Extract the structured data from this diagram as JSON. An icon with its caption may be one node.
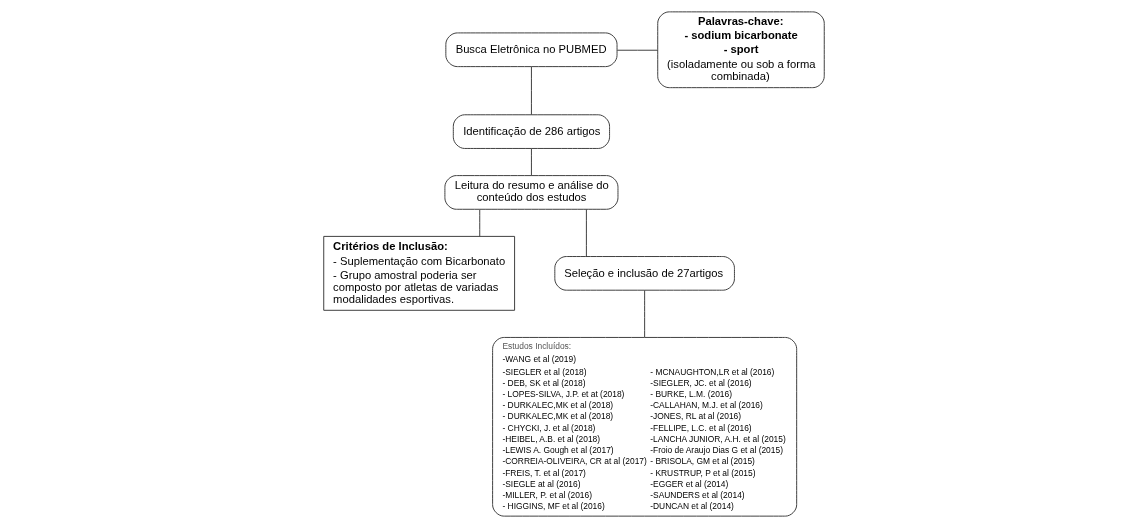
{
  "diagram": {
    "nodes": [
      {
        "text": [
          "Busca Eletrônica no PUBMED"
        ]
      },
      {
        "text": [
          "Palavras-chave:",
          "- sodium bicarbonate",
          "- sport",
          "(isoladamente ou sob a forma combinada)"
        ]
      },
      {
        "text": [
          "Identificação de 286 artigos"
        ]
      },
      {
        "text": [
          "Leitura do resumo e análise do conteúdo dos estudos"
        ]
      },
      {
        "text": [
          "Critérios de Inclusão:",
          "- Suplementação com Bicarbonato",
          "- Grupo amostral poderia ser composto por atletas de variadas modalidades esportivas."
        ]
      },
      {
        "text": [
          "Seleção e inclusão de 27artigos"
        ]
      },
      {
        "text": [
          "Estudos Incluídos:",
          "-WANG et al (2019)",
          "-SIEGLER et al (2018)",
          "- DEB, SK et al (2018)",
          "- LOPES-SILVA, J.P. et at (2018)",
          "- DURKALEC,MK et al (2018)",
          "- DURKALEC,MK et al (2018)",
          "- CHYCKI, J. et al (2018)",
          "-HEIBEL, A.B. et al (2018)",
          "-LEWIS A. Gough et al (2017)",
          "-CORREIA-OLIVEIRA, CR at al (2017)",
          "-FREIS, T. et al (2017)",
          "-SIEGLE at al (2016)",
          "-MILLER, P. et al (2016)",
          "- HIGGINS, MF et al (2016)",
          "- MCNAUGHTON,LR et al (2016)",
          "-SIEGLER, JC. et al (2016)",
          "- BURKE, L.M. (2016)",
          "-CALLAHAN, M.J. et al (2016)",
          "-JONES, RL at al (2016)",
          "-FELLIPE, L.C. et al (2016)",
          "-LANCHA JUNIOR, A.H. et al (2015)",
          "-Froio de Araujo Dias G et al (2015)",
          "- BRISOLA, GM et al (2015)",
          "- KRUSTRUP, P et al (2015)",
          "-EGGER et al (2014)",
          "-SAUNDERS et al (2014)",
          "-DUNCAN et al (2014)"
        ]
      }
    ],
    "edges": [
      {
        "from": 0,
        "to": 1,
        "arrow": "none"
      },
      {
        "from": 0,
        "to": 2,
        "arrow": "none"
      },
      {
        "from": 2,
        "to": 3,
        "arrow": "none"
      },
      {
        "from": 3,
        "to": 4,
        "arrow": "none"
      },
      {
        "from": 3,
        "to": 5,
        "arrow": "none"
      },
      {
        "from": 5,
        "to": 6,
        "arrow": "none"
      }
    ]
  }
}
